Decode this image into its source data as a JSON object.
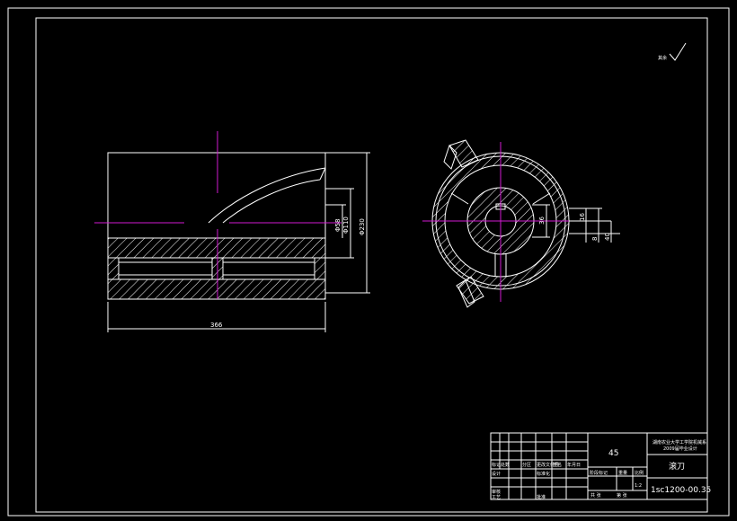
{
  "roughness_mark": "其余",
  "front_view": {
    "dim_length": "366",
    "dim_d_small": "Φ58",
    "dim_d_mid": "Φ110",
    "dim_d_outer": "Φ230"
  },
  "side_view": {
    "dim_key_width": "36",
    "dim_a": "16",
    "dim_b": "8",
    "dim_c": "40"
  },
  "title_block": {
    "material": "45",
    "company": "湖南农业大学工学院机械系",
    "company_sub": "2009届毕业设计",
    "part_name": "滚刀",
    "drawing_no": "1sc1200-00.35",
    "scale": "1:2",
    "labels": {
      "mark": "标记",
      "count": "处数",
      "zone": "分区",
      "change_doc": "更改文件号",
      "sign": "签名",
      "date": "年月日",
      "design": "设计",
      "standardize": "标准化",
      "review": "审核",
      "process": "工艺",
      "approve": "批准",
      "stage_mark": "阶段标记",
      "weight": "重量",
      "scale_label": "比例",
      "sheets": "共 张",
      "sheet": "第 张"
    }
  }
}
